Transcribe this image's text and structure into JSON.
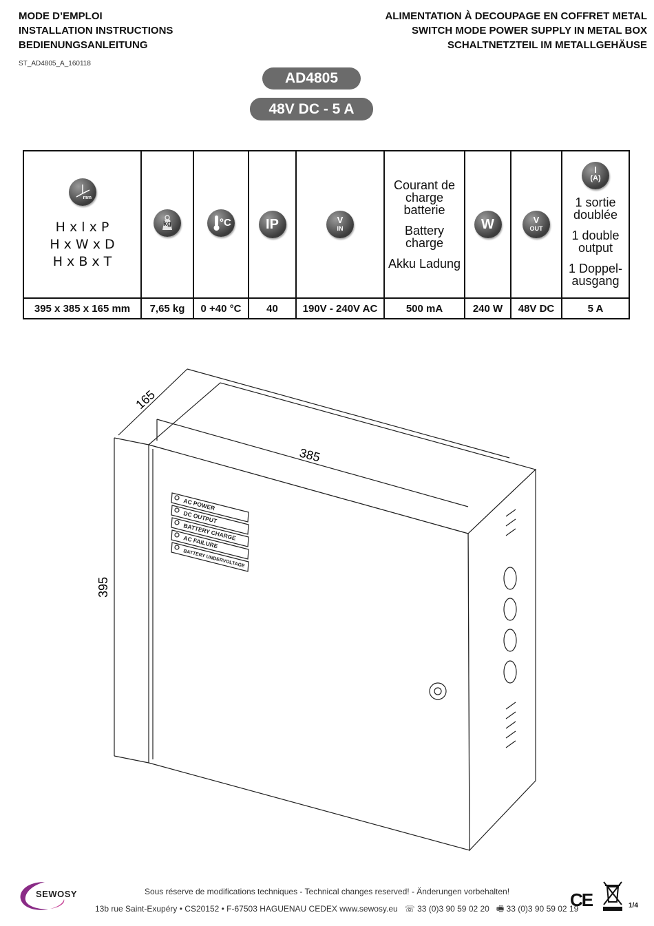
{
  "header": {
    "left": [
      "MODE D’EMPLOI",
      "INSTALLATION INSTRUCTIONS",
      "BEDIENUNGSANLEITUNG"
    ],
    "right": [
      "ALIMENTATION À DECOUPAGE EN COFFRET METAL",
      "SWITCH MODE POWER SUPPLY IN METAL BOX",
      "SCHALTNETZTEIL IM METALLGEHÄUSE"
    ],
    "doc_ref": "ST_AD4805_A_160118"
  },
  "product": {
    "model": "AD4805",
    "rating": "48V DC - 5 A"
  },
  "spec_table": {
    "dimensions_labels": [
      "H x l x P",
      "H x W x D",
      "H x B x T"
    ],
    "battery_charge_labels": [
      "Courant de charge batterie",
      "Battery charge",
      "Akku Ladung"
    ],
    "output_labels": [
      "1 sortie doublée",
      "1 double output",
      "1 Doppel-ausgang"
    ],
    "icons": {
      "dimensions": "axes-mm-icon",
      "weight": "kg-weight-icon",
      "temperature": "thermometer-icon",
      "ip": "IP",
      "vin_top": "V",
      "vin_bottom": "IN",
      "watt": "W",
      "vout_top": "V",
      "vout_bottom": "OUT",
      "amp_top": "I",
      "amp_bottom": "(A)",
      "kg": "kg",
      "celsius": "°C",
      "mm": "mm"
    },
    "values": [
      "395 x 385 x 165 mm",
      "7,65 kg",
      "0 +40 °C",
      "40",
      "190V - 240V AC",
      "500 mA",
      "240 W",
      "48V DC",
      "5 A"
    ]
  },
  "drawing": {
    "dim_height": "395",
    "dim_width": "385",
    "dim_depth": "165",
    "leds": [
      "AC POWER",
      "DC OUTPUT",
      "BATTERY CHARGE",
      "AC FAILURE",
      "BATTERY UNDERVOLTAGE"
    ]
  },
  "footer": {
    "note": "Sous réserve de modifications techniques - Technical changes reserved! - Änderungen vorbehalten!",
    "address": "13b rue Saint-Exupéry • CS20152 • F-67503 HAGUENAU CEDEX   www.sewosy.eu",
    "phone": "33 (0)3 90 59 02 20",
    "fax": "33 (0)3 90 59 02 19",
    "brand": "SEWOSY",
    "ce": "CE",
    "page": "1/4"
  },
  "colors": {
    "pill": "#6b6b6b",
    "logo_purple": "#8a2b86",
    "logo_pink": "#c84a9a"
  }
}
